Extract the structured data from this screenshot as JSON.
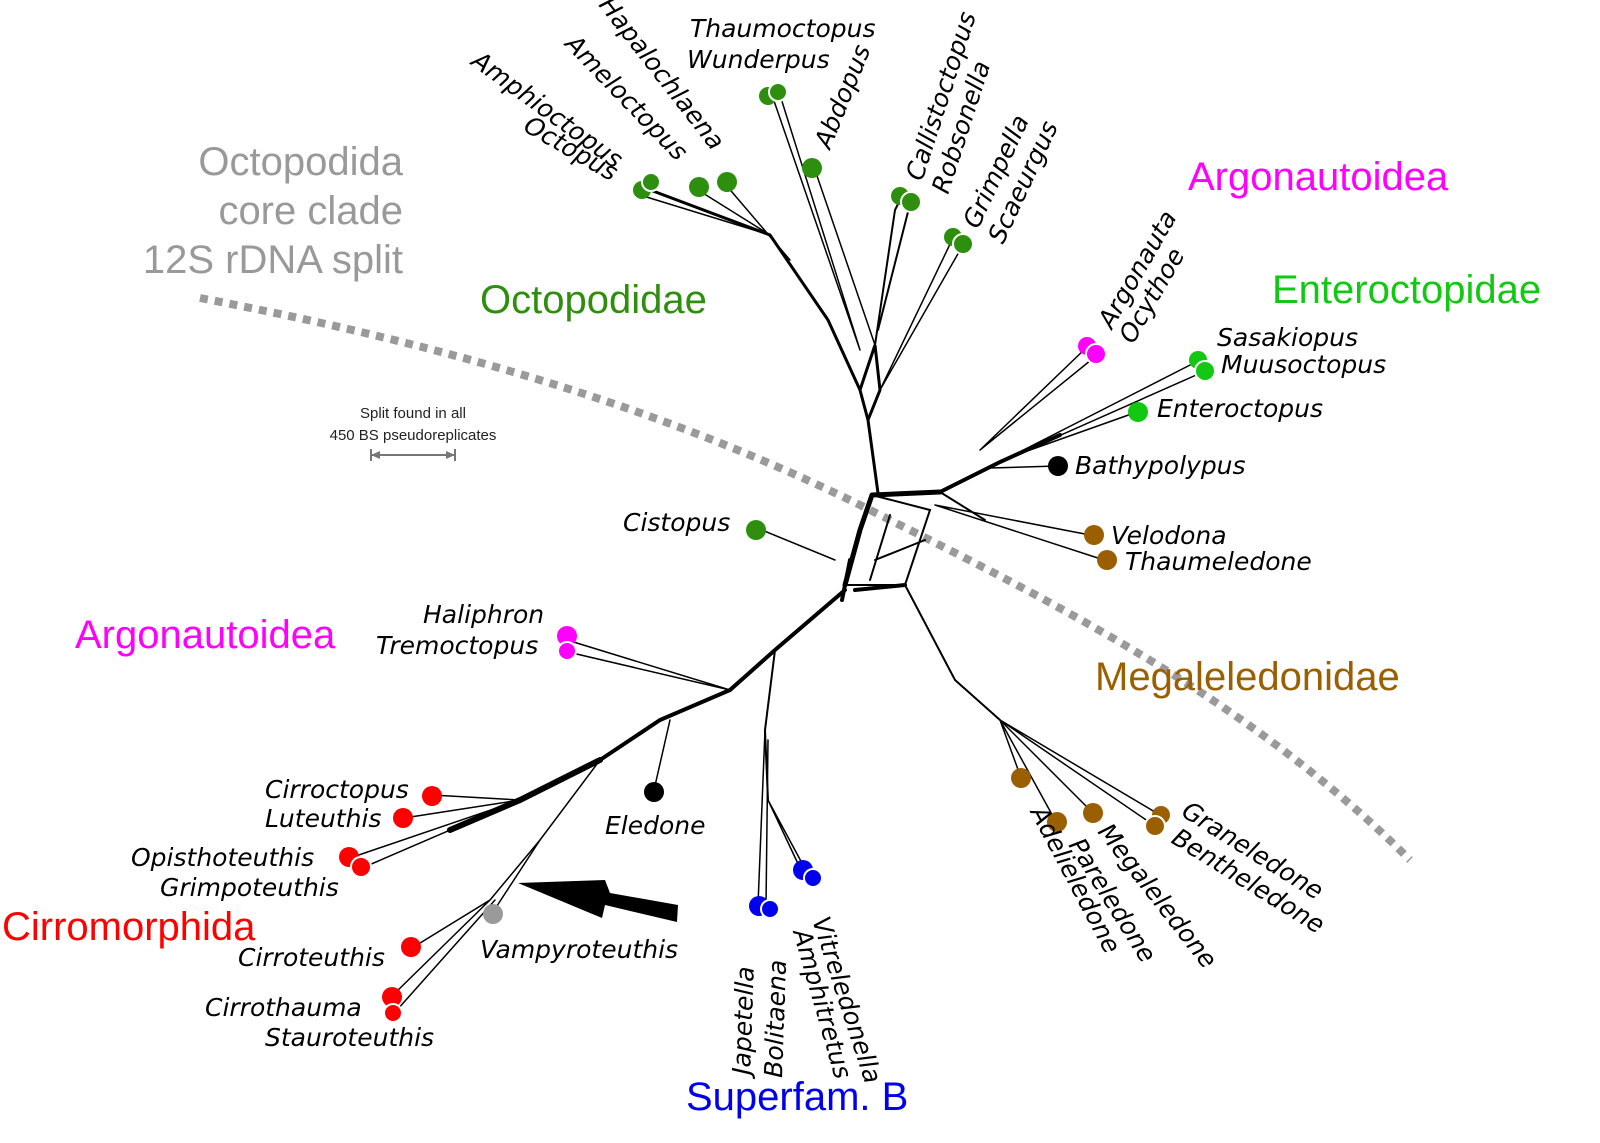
{
  "figure": {
    "core_clade_label": [
      "Octopodida",
      "core clade",
      "12S rDNA split"
    ],
    "split_note": [
      "Split found in all",
      "450 BS pseudoreplicates"
    ],
    "colors": {
      "octopodidae": "#2e8f0e",
      "enteroctopidae": "#12c812",
      "argonautoidea": "#ff00ff",
      "megaleledonidae": "#9a5f00",
      "superfam_b": "#0000ee",
      "cirromorphida": "#ff0000",
      "vampyroteuthis": "#9a9a9a",
      "unassigned": "#000000",
      "core_split_line": "#9a9a9a"
    }
  },
  "groups": [
    {
      "id": "octopodidae",
      "label": "Octopodidae",
      "color": "#2e8f0e"
    },
    {
      "id": "argonautoidea-top",
      "label": "Argonautoidea",
      "color": "#ff00ff"
    },
    {
      "id": "enteroctopidae",
      "label": "Enteroctopidae",
      "color": "#12c812"
    },
    {
      "id": "megaleledonidae",
      "label": "Megaleledonidae",
      "color": "#9a5f00"
    },
    {
      "id": "argonautoidea-left",
      "label": "Argonautoidea",
      "color": "#ff00ff"
    },
    {
      "id": "cirromorphida",
      "label": "Cirromorphida",
      "color": "#ff0000"
    },
    {
      "id": "superfam-b",
      "label": "Superfam. B",
      "color": "#0000ee"
    }
  ],
  "taxa": [
    {
      "name": "Thaumoctopus",
      "group": "Octopodidae"
    },
    {
      "name": "Wunderpus",
      "group": "Octopodidae"
    },
    {
      "name": "Abdopus",
      "group": "Octopodidae"
    },
    {
      "name": "Hapalochlaena",
      "group": "Octopodidae"
    },
    {
      "name": "Ameloctopus",
      "group": "Octopodidae"
    },
    {
      "name": "Amphioctopus",
      "group": "Octopodidae"
    },
    {
      "name": "Octopus",
      "group": "Octopodidae"
    },
    {
      "name": "Callistoctopus",
      "group": "Octopodidae"
    },
    {
      "name": "Robsonella",
      "group": "Octopodidae"
    },
    {
      "name": "Grimpella",
      "group": "Octopodidae"
    },
    {
      "name": "Scaeurgus",
      "group": "Octopodidae"
    },
    {
      "name": "Cistopus",
      "group": "Octopodidae"
    },
    {
      "name": "Argonauta",
      "group": "Argonautoidea"
    },
    {
      "name": "Ocythoe",
      "group": "Argonautoidea"
    },
    {
      "name": "Sasakiopus",
      "group": "Enteroctopidae"
    },
    {
      "name": "Muusoctopus",
      "group": "Enteroctopidae"
    },
    {
      "name": "Enteroctopus",
      "group": "Enteroctopidae"
    },
    {
      "name": "Bathypolypus",
      "group": "unassigned"
    },
    {
      "name": "Velodona",
      "group": "Megaleledonidae"
    },
    {
      "name": "Thaumeledone",
      "group": "Megaleledonidae"
    },
    {
      "name": "Graneledone",
      "group": "Megaleledonidae"
    },
    {
      "name": "Bentheledone",
      "group": "Megaleledonidae"
    },
    {
      "name": "Megaleledone",
      "group": "Megaleledonidae"
    },
    {
      "name": "Pareledone",
      "group": "Megaleledonidae"
    },
    {
      "name": "Adelieledone",
      "group": "Megaleledonidae"
    },
    {
      "name": "Vitreledonella",
      "group": "Superfam. B"
    },
    {
      "name": "Amphitretus",
      "group": "Superfam. B"
    },
    {
      "name": "Japetella",
      "group": "Superfam. B"
    },
    {
      "name": "Bolitaena",
      "group": "Superfam. B"
    },
    {
      "name": "Eledone",
      "group": "unassigned"
    },
    {
      "name": "Vampyroteuthis",
      "group": "outgroup"
    },
    {
      "name": "Haliphron",
      "group": "Argonautoidea"
    },
    {
      "name": "Tremoctopus",
      "group": "Argonautoidea"
    },
    {
      "name": "Cirroctopus",
      "group": "Cirromorphida"
    },
    {
      "name": "Luteuthis",
      "group": "Cirromorphida"
    },
    {
      "name": "Opisthoteuthis",
      "group": "Cirromorphida"
    },
    {
      "name": "Grimpoteuthis",
      "group": "Cirromorphida"
    },
    {
      "name": "Cirroteuthis",
      "group": "Cirromorphida"
    },
    {
      "name": "Cirrothauma",
      "group": "Cirromorphida"
    },
    {
      "name": "Stauroteuthis",
      "group": "Cirromorphida"
    }
  ],
  "annotations": {
    "arrow": "arrow pointing to Vampyroteuthis root attachment",
    "scale_bar": "bootstrap support scale"
  }
}
